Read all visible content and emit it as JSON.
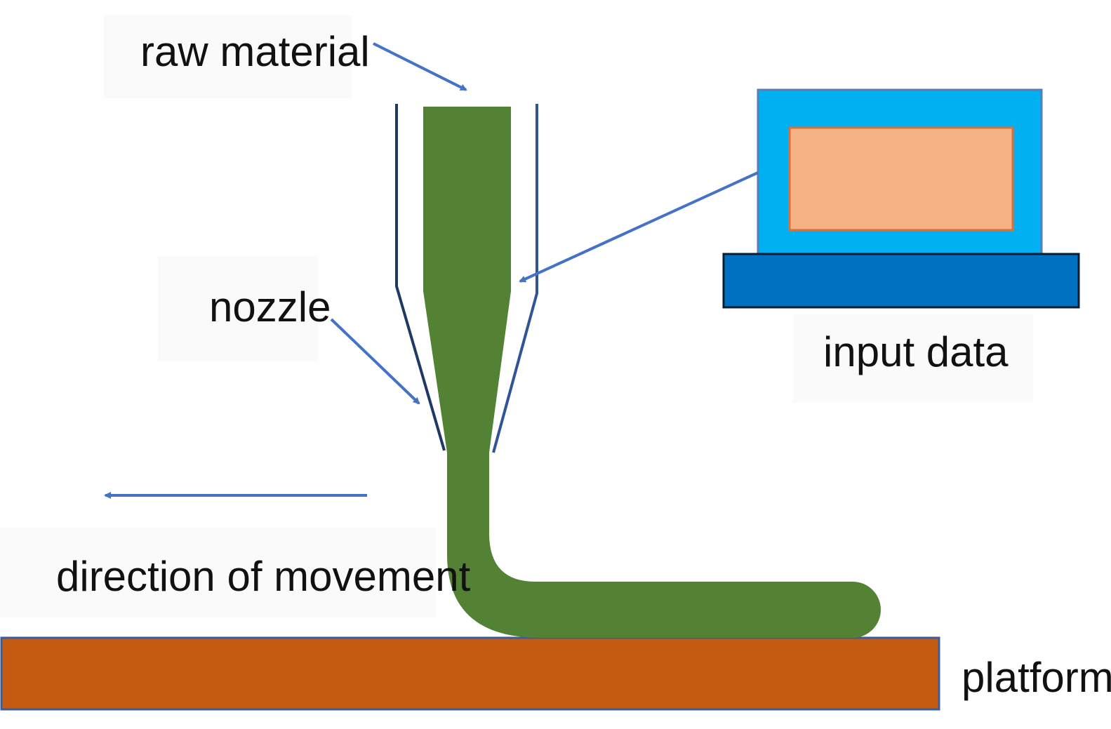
{
  "labels": {
    "raw_material": "raw material",
    "nozzle": "nozzle",
    "input_data": "input data",
    "direction": "direction of movement",
    "platform": "platform"
  },
  "colors": {
    "filament": "#548235",
    "platform": "#C55A11",
    "monitor_frame": "#00B0F0",
    "monitor_screen": "#F4B183",
    "monitor_base": "#0070C0",
    "arrow": "#4472C4",
    "nozzle_wall_left": "#1F3864",
    "nozzle_wall_right": "#2F5597"
  }
}
